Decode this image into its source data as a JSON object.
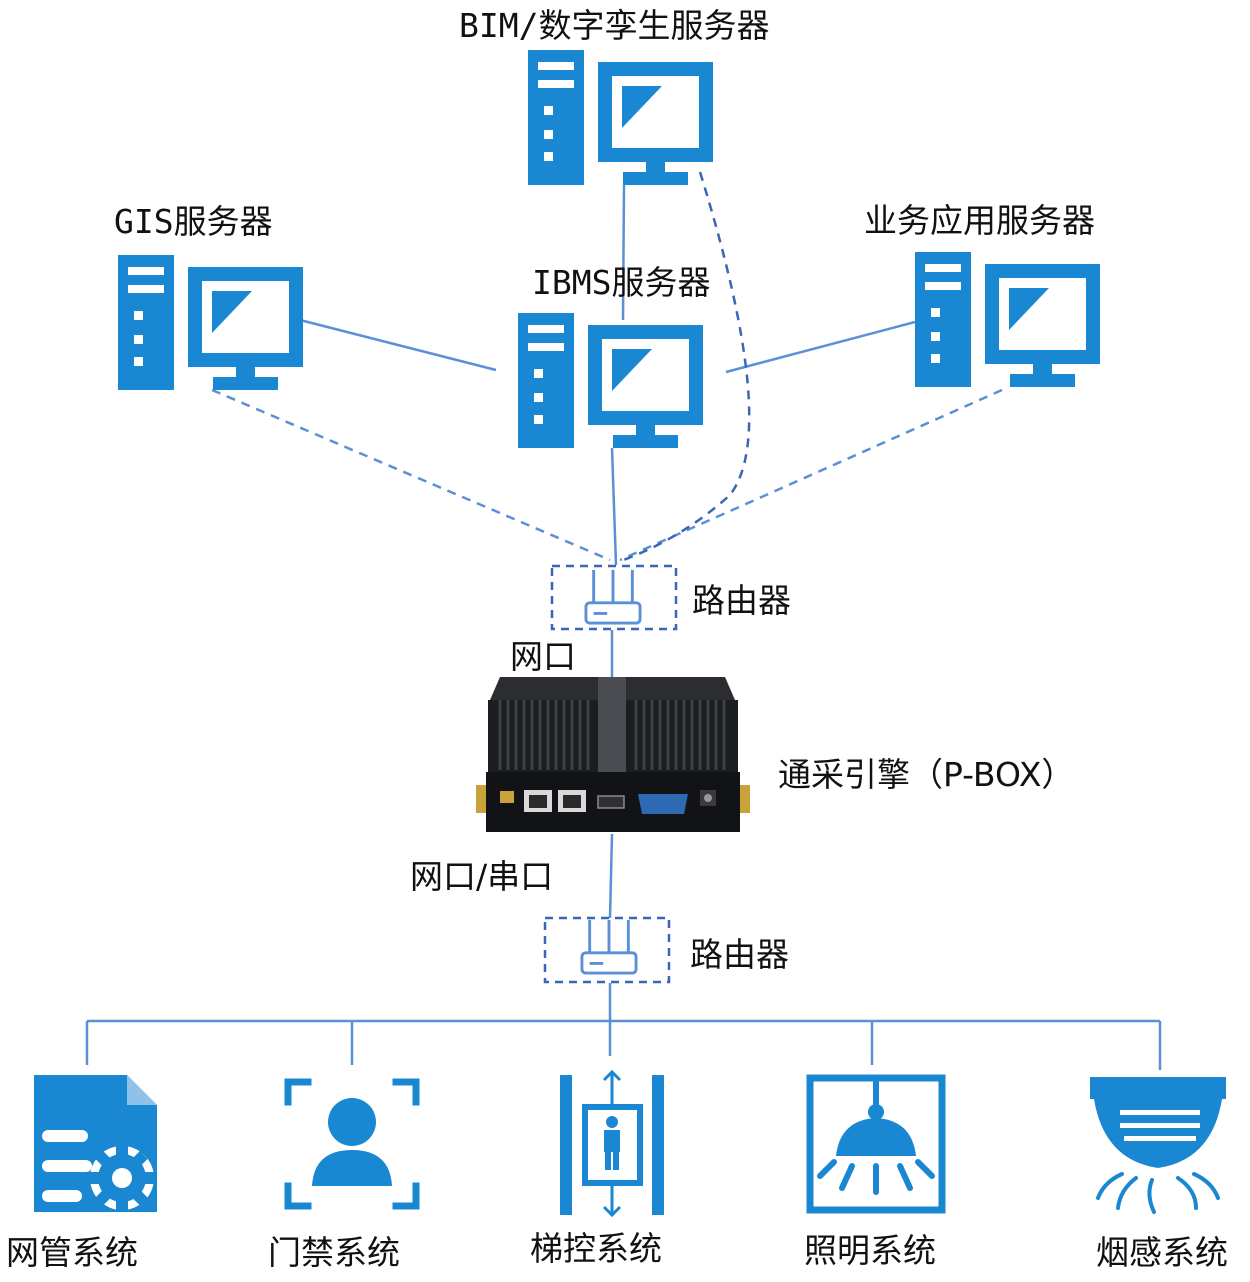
{
  "colors": {
    "blue": "#1a87d2",
    "line": "#5b8fd6",
    "dash": "#3a66b8",
    "device": "#15161a",
    "text": "#111111"
  },
  "servers": {
    "bim": {
      "label": "BIM/数字孪生服务器",
      "icon": "server-workstation-icon"
    },
    "gis": {
      "label": "GIS服务器",
      "icon": "server-workstation-icon"
    },
    "ibms": {
      "label": "IBMS服务器",
      "icon": "server-workstation-icon"
    },
    "biz": {
      "label": "业务应用服务器",
      "icon": "server-workstation-icon"
    }
  },
  "routers": {
    "top": {
      "label": "路由器",
      "icon": "router-icon"
    },
    "bottom": {
      "label": "路由器",
      "icon": "router-icon"
    }
  },
  "ports": {
    "upper": "网口",
    "lower": "网口/串口"
  },
  "engine": {
    "label": "通采引擎（P-BOX）",
    "icon": "mini-pc-icon"
  },
  "subsystems": [
    {
      "label": "网管系统",
      "icon": "network-management-icon"
    },
    {
      "label": "门禁系统",
      "icon": "face-access-icon"
    },
    {
      "label": "梯控系统",
      "icon": "elevator-icon"
    },
    {
      "label": "照明系统",
      "icon": "ceiling-lamp-icon"
    },
    {
      "label": "烟感系统",
      "icon": "smoke-detector-icon"
    }
  ]
}
